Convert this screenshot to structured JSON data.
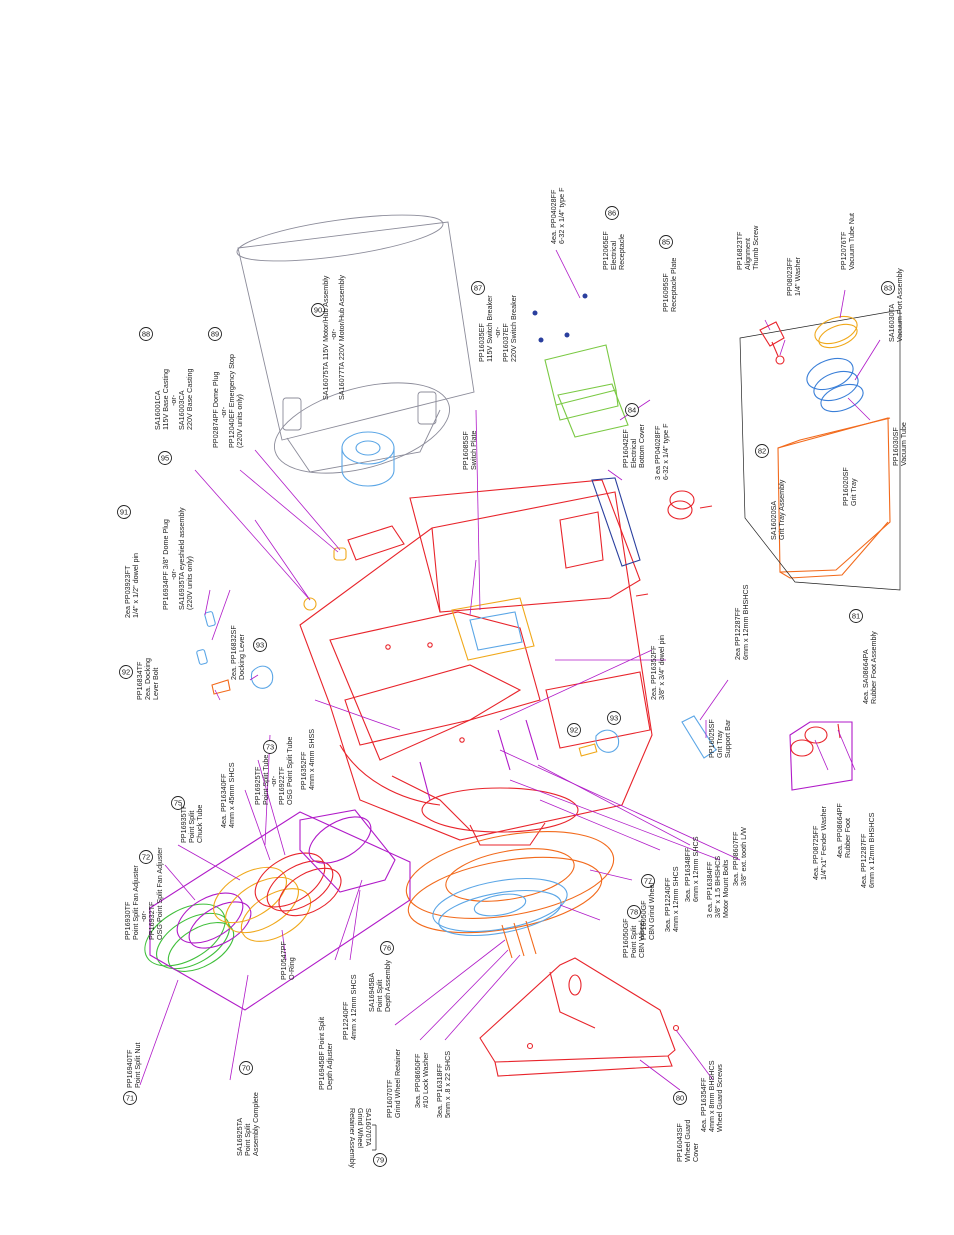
{
  "callouts": [
    {
      "id": "c71",
      "num": "71",
      "lines": [
        "PP16940TF",
        "Point Split Nut"
      ]
    },
    {
      "id": "c70",
      "num": "70",
      "lines": [
        "SA16925TA",
        "Point Split",
        "Assembly Complete"
      ]
    },
    {
      "id": "c72",
      "num": "72",
      "lines": [
        "PP16930TF",
        "Point Split Fan Adjuster",
        "-or-",
        "PP16932TF",
        "OSG Point Split Fan Adjuster"
      ]
    },
    {
      "id": "c75",
      "num": "75",
      "lines": [
        "PP16935TF",
        "Point Split",
        "Chuck Tube"
      ]
    },
    {
      "id": "c73",
      "num": "73",
      "lines": [
        "PP16925TF",
        "Point Split Tube",
        "-or-",
        "PP16922TF",
        "OSG Point Split Tube"
      ]
    },
    {
      "id": "c76",
      "num": "76",
      "lines": [
        "SA16945BA",
        "Point Split",
        "Depth Assembly"
      ]
    },
    {
      "id": "c79",
      "num": "79",
      "lines": [
        "SA16070TA",
        "Grind Wheel",
        "Retainer Assembly"
      ]
    },
    {
      "id": "c80",
      "num": "80",
      "lines": [
        "PP16043SF",
        "Wheel Guard",
        "Cover"
      ]
    },
    {
      "id": "c78",
      "num": "78",
      "lines": [
        "PP16050GF",
        "Point Split",
        "CBN Wheel"
      ]
    },
    {
      "id": "c77",
      "num": "77",
      "lines": [
        "PP16050GF",
        "CBN Grind Wheel"
      ]
    },
    {
      "id": "c92",
      "num": "92",
      "lines": [
        "PP16834TF",
        "2ea. Docking",
        "Lever Bolt"
      ]
    },
    {
      "id": "c93",
      "num": "93",
      "lines": [
        "2ea. PP16832SF",
        "Docking Lever"
      ]
    },
    {
      "id": "c91",
      "num": "91",
      "lines": [
        "2ea PP03923FT",
        "1/4\" x 1/2\" dowel pin"
      ]
    },
    {
      "id": "c95",
      "num": "95",
      "lines": [
        "PP16934PF 3/8\" Dome Plug",
        "-or-",
        "SA16935TA eyeshield assembly",
        "(220V units only)"
      ]
    },
    {
      "id": "c88",
      "num": "88",
      "lines": [
        "SA16001CA",
        "115V Base Casting",
        "-or-",
        "SA16003CA",
        "220V Base Casting"
      ]
    },
    {
      "id": "c89",
      "num": "89",
      "lines": [
        "PP02874PF Dome Plug",
        "-or-",
        "PP12040EF Emergency Stop",
        "(220V units only)"
      ]
    },
    {
      "id": "c90",
      "num": "90",
      "lines": [
        "SA16075TA 115V Motor/Hub Assembly",
        "-or-",
        "SA16077TA 220V Motor/Hub Assembly"
      ]
    },
    {
      "id": "c87",
      "num": "87",
      "lines": [
        "PP16035EF",
        "115V Switch Breaker",
        "-or-",
        "PP16037EF",
        "220V Switch Breaker"
      ]
    },
    {
      "id": "c86",
      "num": "86",
      "lines": [
        "PP12065EF",
        "Electrical",
        "Receptacle"
      ]
    },
    {
      "id": "c85",
      "num": "85",
      "lines": [
        "PP16095SF",
        "Receptacle Plate"
      ]
    },
    {
      "id": "c84",
      "num": "84",
      "lines": [
        "PP16042EF",
        "Electrical",
        "Bottom Cover"
      ]
    },
    {
      "id": "c83",
      "num": "83",
      "lines": [
        "SA16030TA",
        "Vacuum Port Assembly"
      ]
    },
    {
      "id": "c82",
      "num": "82",
      "lines": [
        "SA16020SA",
        "Grit Tray Assembly"
      ]
    },
    {
      "id": "c81",
      "num": "81",
      "lines": [
        "4ea. SA08664PA",
        "Rubber Foot Assembly"
      ]
    }
  ],
  "labels": [
    {
      "id": "l_osgnut",
      "lines": [
        "PP10547PF",
        "O-Ring"
      ]
    },
    {
      "id": "l_depthadj",
      "lines": [
        "PP16945BF Point Split",
        "Depth Adjuster"
      ]
    },
    {
      "id": "l_12shcs",
      "lines": [
        "PP12240FF",
        "4mm x 12mm SHCS"
      ]
    },
    {
      "id": "l_45shcs",
      "lines": [
        "4ea. PP16340FF",
        "4mm x 45mm SHCS"
      ]
    },
    {
      "id": "l_shss",
      "lines": [
        "PP16352FF",
        "4mm x 4mm SHSS"
      ]
    },
    {
      "id": "l_retainer",
      "lines": [
        "PP16070TF",
        "Grind Wheel Retainer"
      ]
    },
    {
      "id": "l_lockwasher",
      "lines": [
        "3ea. PP08650FF",
        "#10 Lock Washer"
      ]
    },
    {
      "id": "l_22shcs",
      "lines": [
        "3ea. PP16318FF",
        "5mm x .8 x 22 SHCS"
      ]
    },
    {
      "id": "l_guardscrews",
      "lines": [
        "4ea. PP16354FF",
        "4mm x 8mm BHSHCS",
        "Wheel Guard Screws"
      ]
    },
    {
      "id": "l_3ea12",
      "lines": [
        "3ea. PP12240FF",
        "4mm x 12mm SHCS"
      ]
    },
    {
      "id": "l_6x12",
      "lines": [
        "3ea. PP16348FF",
        "6mm x 12mm SHCS"
      ]
    },
    {
      "id": "l_motorbolts",
      "lines": [
        "3 ea. PP16384FF",
        "3/8\" x 1.5 BHSHCS",
        "Motor Mount Bolts"
      ]
    },
    {
      "id": "l_lw",
      "lines": [
        "3ea. PP08607FF",
        "3/8\" ext. tooth L/W"
      ]
    },
    {
      "id": "l_switchplate",
      "lines": [
        "PP16085SF",
        "Switch Plate"
      ]
    },
    {
      "id": "l_dowel34",
      "lines": [
        "2ea. PP16352FF",
        "3/8\" x 3/4\" dowel pin"
      ]
    },
    {
      "id": "l_bhshcs12",
      "lines": [
        "2ea PP12287FF",
        "6mm x 12mm BHSHCS"
      ]
    },
    {
      "id": "l_gritbar",
      "lines": [
        "PP16025SF",
        "Grit Tray",
        "Support Bar"
      ]
    },
    {
      "id": "l_type_f_4",
      "lines": [
        "4ea. PP04028FF",
        "6-32 x 1/4\" type F"
      ]
    },
    {
      "id": "l_type_f_3",
      "lines": [
        "3 ea PP04028FF",
        "6-32 x 1/4\" type F"
      ]
    },
    {
      "id": "l_thumbscrew",
      "lines": [
        "PP16823TF",
        "Alignment",
        "Thumb Screw"
      ]
    },
    {
      "id": "l_washer14",
      "lines": [
        "PP08023FF",
        "1/4\" Washer"
      ]
    },
    {
      "id": "l_vacnut",
      "lines": [
        "PP12076TF",
        "Vacuum Tube Nut"
      ]
    },
    {
      "id": "l_vactube",
      "lines": [
        "PP16030SF",
        "Vacuum Tube"
      ]
    },
    {
      "id": "l_grittray",
      "lines": [
        "PP16020SF",
        "Grit Tray"
      ]
    },
    {
      "id": "l_fender",
      "lines": [
        "4ea. PP08725FF",
        "1/4\"x1\" Fender Washer"
      ]
    },
    {
      "id": "l_rubberfoot",
      "lines": [
        "4ea. PP08664PF",
        "Rubber Foot"
      ]
    },
    {
      "id": "l_foot12",
      "lines": [
        "4ea. PP12287FF",
        "6mm x 12mm BHSHCS"
      ]
    }
  ],
  "colors": {
    "frame": "#e8242b",
    "motor": "#8c8c9a",
    "leader": "#b01ac8",
    "wheel_cbn": "#5ba6e6",
    "wheel_split": "#f26a1c",
    "nut": "#3fbf3a",
    "fan": "#b01ac8",
    "chuck": "#f0a81a",
    "receptacle": "#7ac943",
    "fasteners": "#2a3f9e"
  }
}
